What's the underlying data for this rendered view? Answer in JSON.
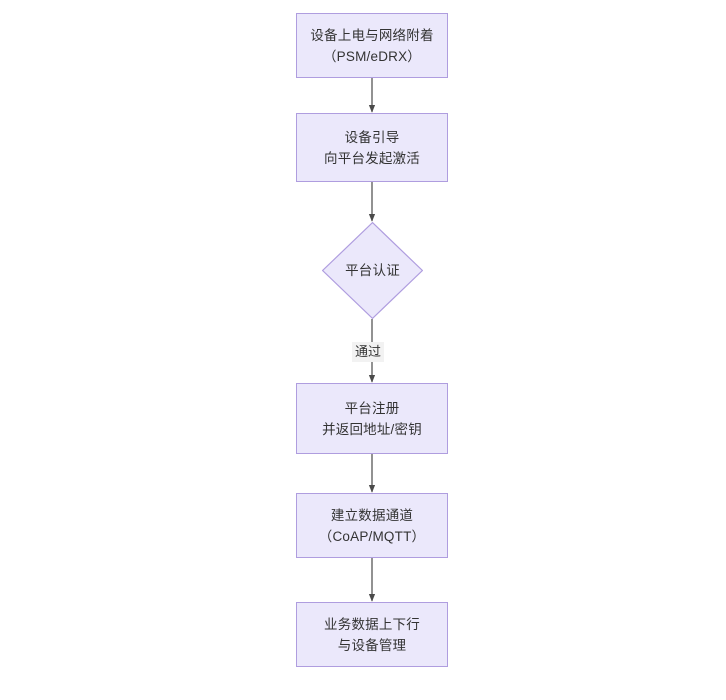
{
  "diagram": {
    "type": "flowchart",
    "orientation": "top-to-bottom",
    "background_color": "#ffffff",
    "node_fill_color": "#ebe8fb",
    "node_border_color": "#af9ddf",
    "node_text_color": "#333333",
    "connector_color": "#4a4a4a",
    "edge_label_background": "#f2f2f2"
  },
  "nodes": [
    {
      "id": "power-on",
      "shape": "rectangle",
      "lines": [
        "设备上电与网络附着",
        "（PSM/eDRX）"
      ]
    },
    {
      "id": "bootstrap",
      "shape": "rectangle",
      "lines": [
        "设备引导",
        "向平台发起激活"
      ]
    },
    {
      "id": "platform-auth",
      "shape": "diamond",
      "lines": [
        "平台认证"
      ]
    },
    {
      "id": "platform-register",
      "shape": "rectangle",
      "lines": [
        "平台注册",
        "并返回地址/密钥"
      ]
    },
    {
      "id": "data-channel",
      "shape": "rectangle",
      "lines": [
        "建立数据通道",
        "（CoAP/MQTT）"
      ]
    },
    {
      "id": "business-data",
      "shape": "rectangle",
      "lines": [
        "业务数据上下行",
        "与设备管理"
      ]
    }
  ],
  "edges": [
    {
      "id": "e1",
      "from": "power-on",
      "to": "bootstrap",
      "label": ""
    },
    {
      "id": "e2",
      "from": "bootstrap",
      "to": "platform-auth",
      "label": ""
    },
    {
      "id": "e3",
      "from": "platform-auth",
      "to": "platform-register",
      "label": "通过"
    },
    {
      "id": "e4",
      "from": "platform-register",
      "to": "data-channel",
      "label": ""
    },
    {
      "id": "e5",
      "from": "data-channel",
      "to": "business-data",
      "label": ""
    }
  ]
}
